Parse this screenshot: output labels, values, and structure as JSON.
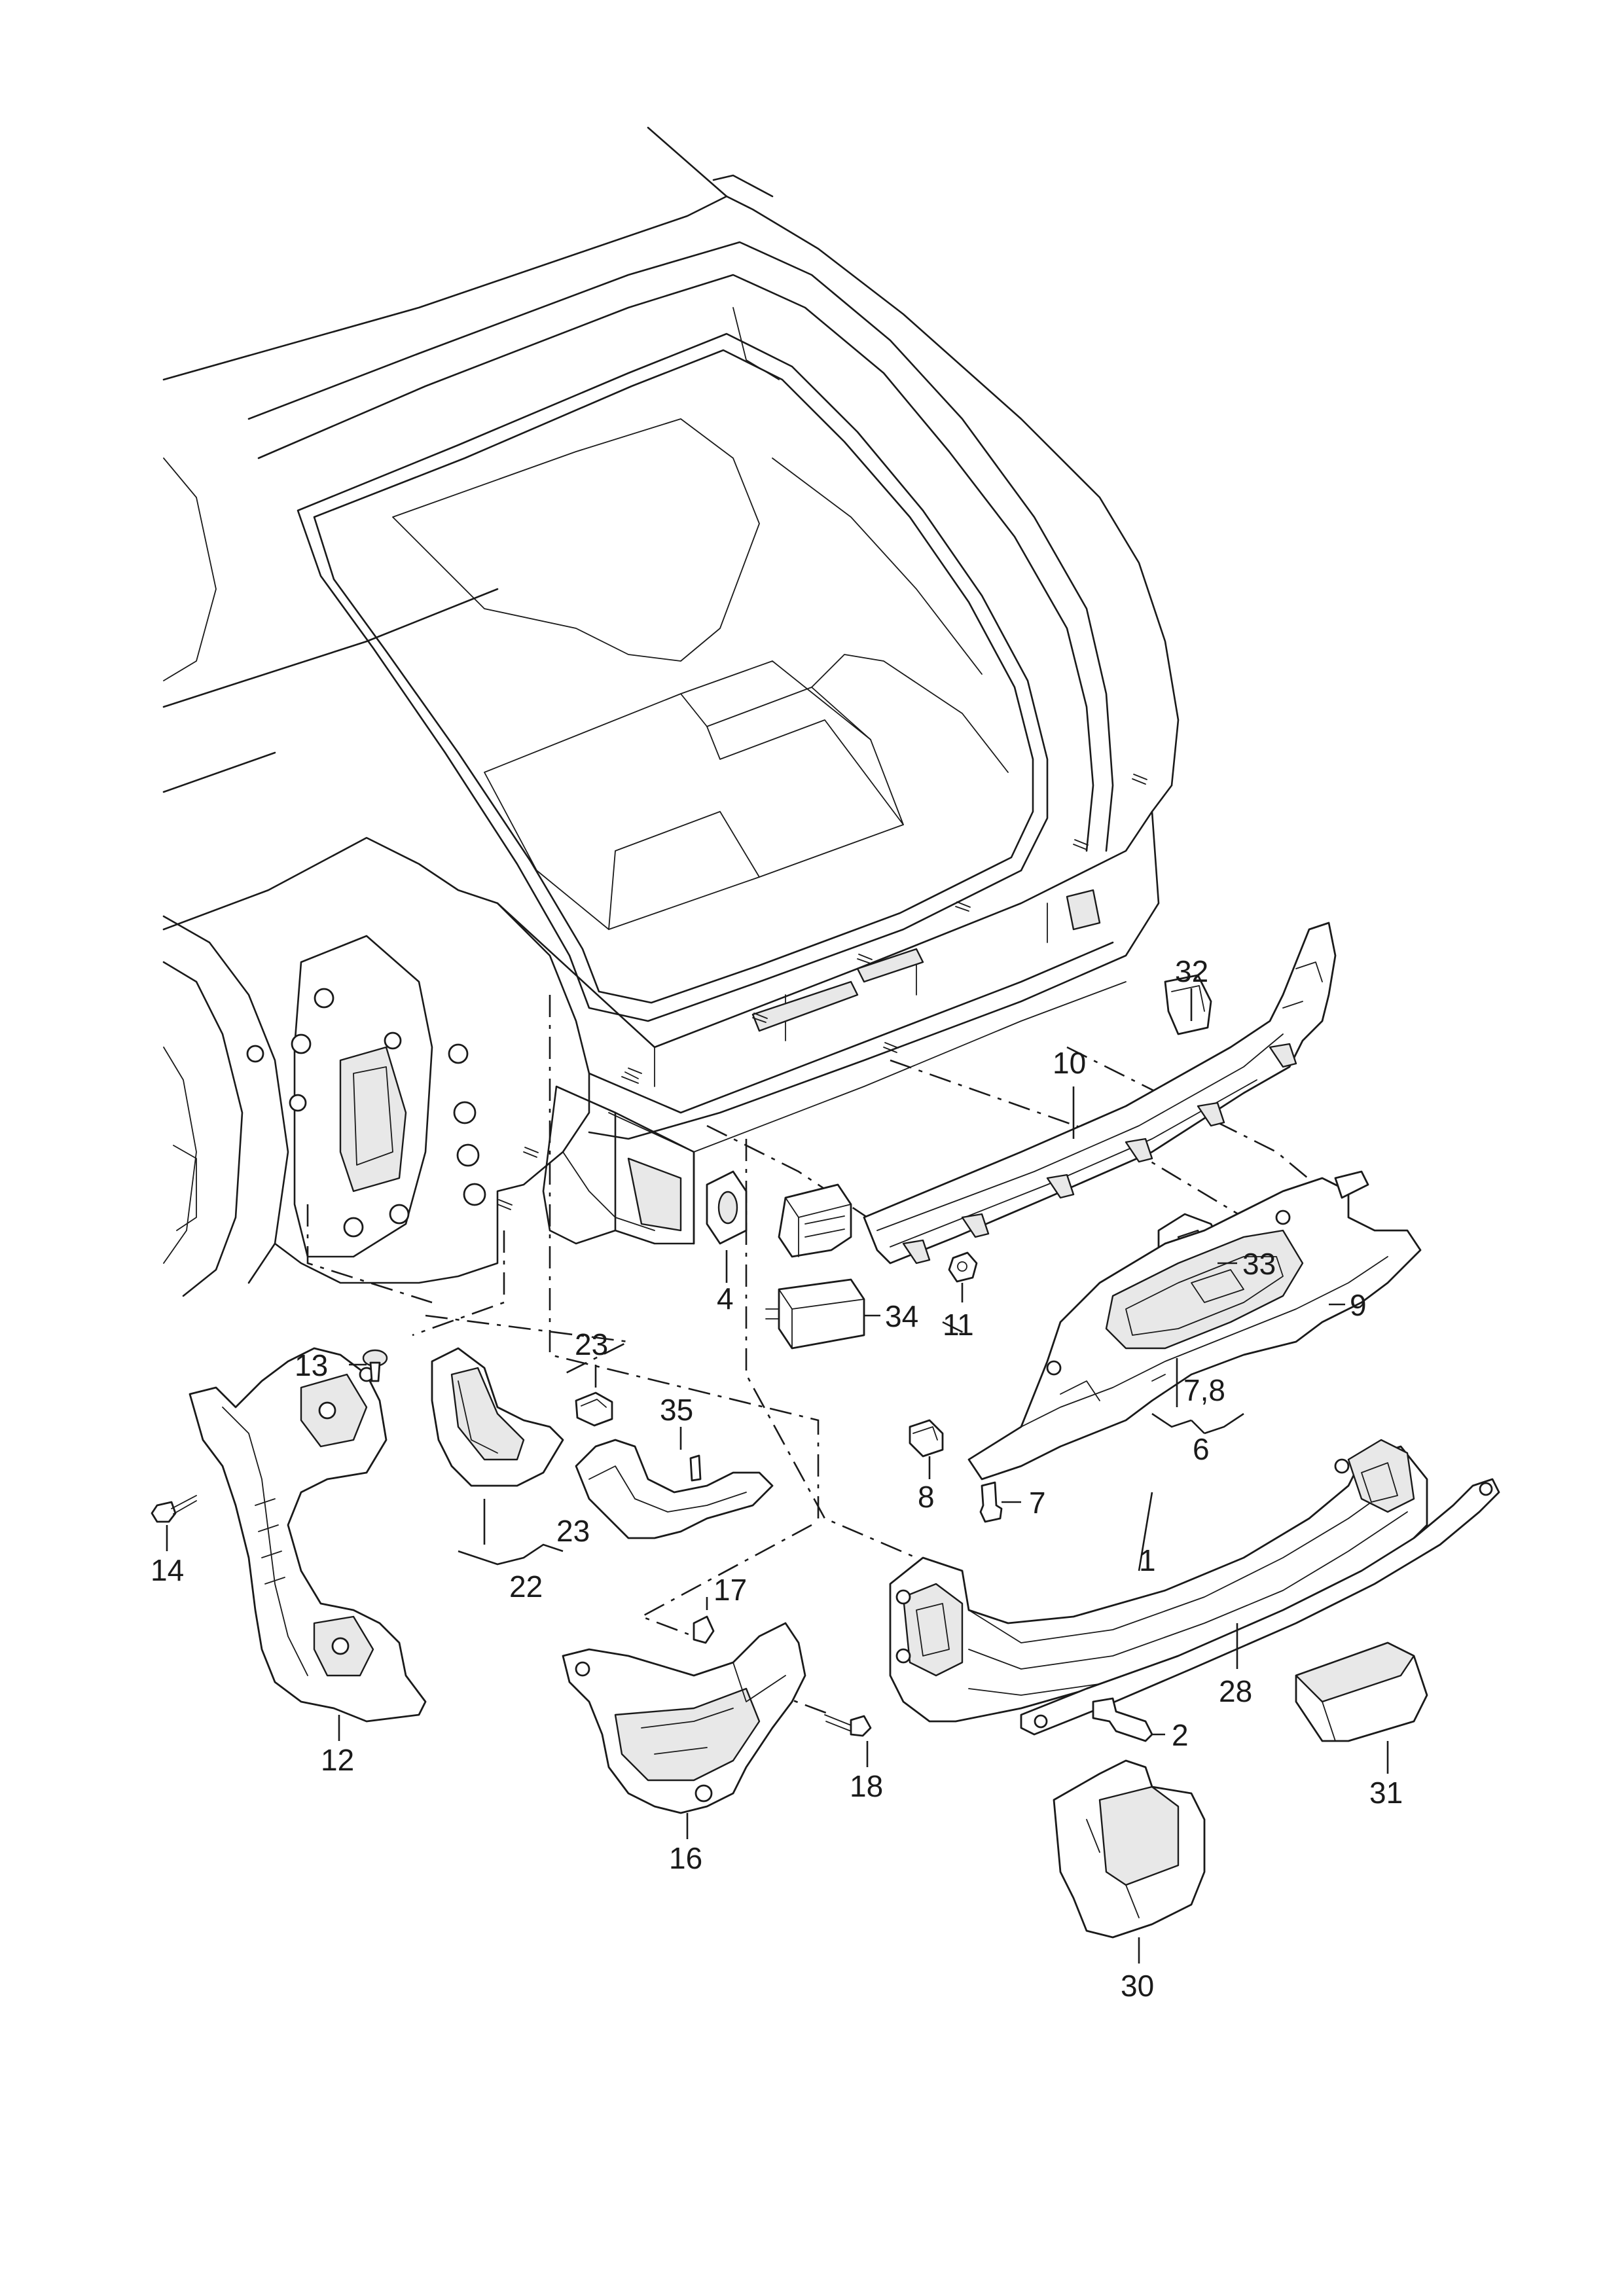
{
  "callouts": {
    "c1": "1",
    "c2": "2",
    "c4": "4",
    "c6": "6",
    "c7": "7",
    "c7_8": "7,8",
    "c8": "8",
    "c9": "9",
    "c10": "10",
    "c11": "11",
    "c12": "12",
    "c13": "13",
    "c14": "14",
    "c16": "16",
    "c17": "17",
    "c18": "18",
    "c22": "22",
    "c23_top": "23",
    "c23_bottom": "23",
    "c28": "28",
    "c30": "30",
    "c31": "31",
    "c32": "32",
    "c33": "33",
    "c34": "34",
    "c35": "35"
  }
}
